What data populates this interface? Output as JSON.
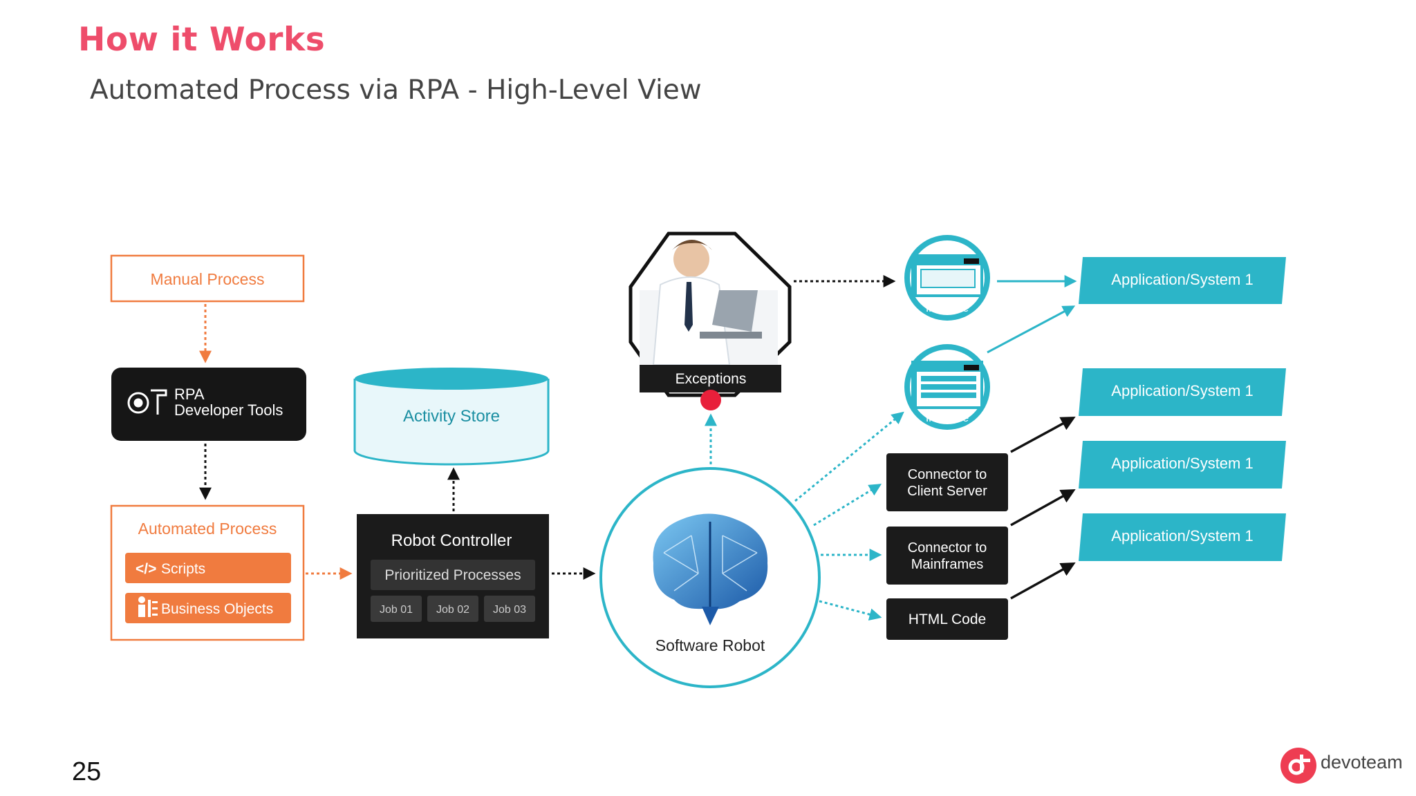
{
  "header": {
    "title": "How it Works",
    "subtitle": "Automated Process via RPA - High-Level View"
  },
  "footer": {
    "page_number": "25",
    "logo_text": "devoteam"
  },
  "colors": {
    "title": "#ee4d6b",
    "orange": "#f07b3f",
    "teal": "#2cb5c8",
    "dark": "#1c1c1c",
    "red": "#e8203b"
  },
  "diagram": {
    "manual_process": "Manual Process",
    "rpa_tools": {
      "line1": "RPA",
      "line2": "Developer Tools"
    },
    "automated_process": {
      "title": "Automated Process",
      "scripts": "Scripts",
      "business_objects": "Business Objects"
    },
    "activity_store": "Activity Store",
    "robot_controller": {
      "title": "Robot Controller",
      "prioritized": "Prioritized Processes",
      "jobs": [
        "Job 01",
        "Job 02",
        "Job 03"
      ]
    },
    "exceptions": "Exceptions",
    "software_robot": "Software Robot",
    "interface_1": "Interface",
    "interface_2": "Interface",
    "connectors": {
      "client_server": {
        "line1": "Connector to",
        "line2": "Client Server"
      },
      "mainframes": {
        "line1": "Connector to",
        "line2": "Mainframes"
      },
      "html": "HTML Code"
    },
    "applications": [
      "Application/System 1",
      "Application/System 1",
      "Application/System 1",
      "Application/System 1"
    ]
  }
}
